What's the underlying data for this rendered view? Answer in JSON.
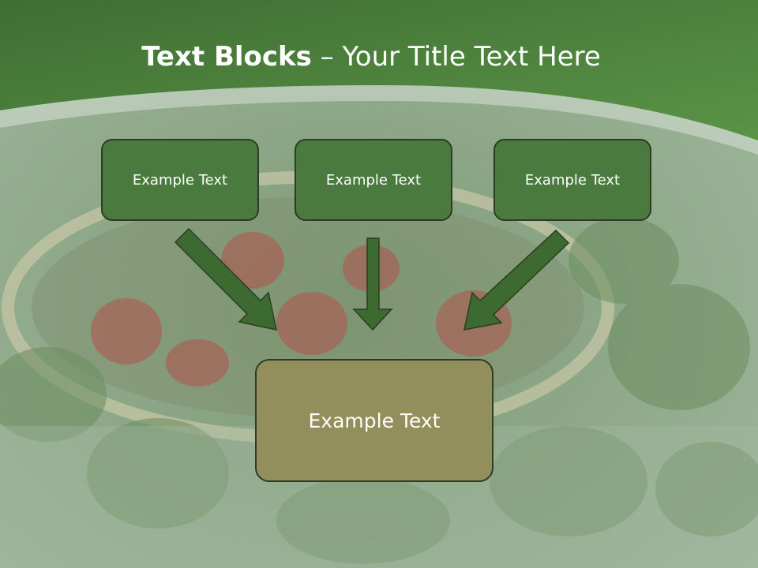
{
  "title": {
    "bold": "Text Blocks",
    "separator": " – ",
    "regular": "Your Title Text Here"
  },
  "blocks": {
    "top": [
      "Example Text",
      "Example Text",
      "Example Text"
    ],
    "bottom": "Example Text"
  },
  "colors": {
    "header_green": "#4f8a3e",
    "box_green": "#4a7a3d",
    "box_olive": "#938f5c",
    "arrow_green": "#3c6a30",
    "border_dark": "#2b3d22"
  },
  "background": "strawberries-in-basket-photo"
}
